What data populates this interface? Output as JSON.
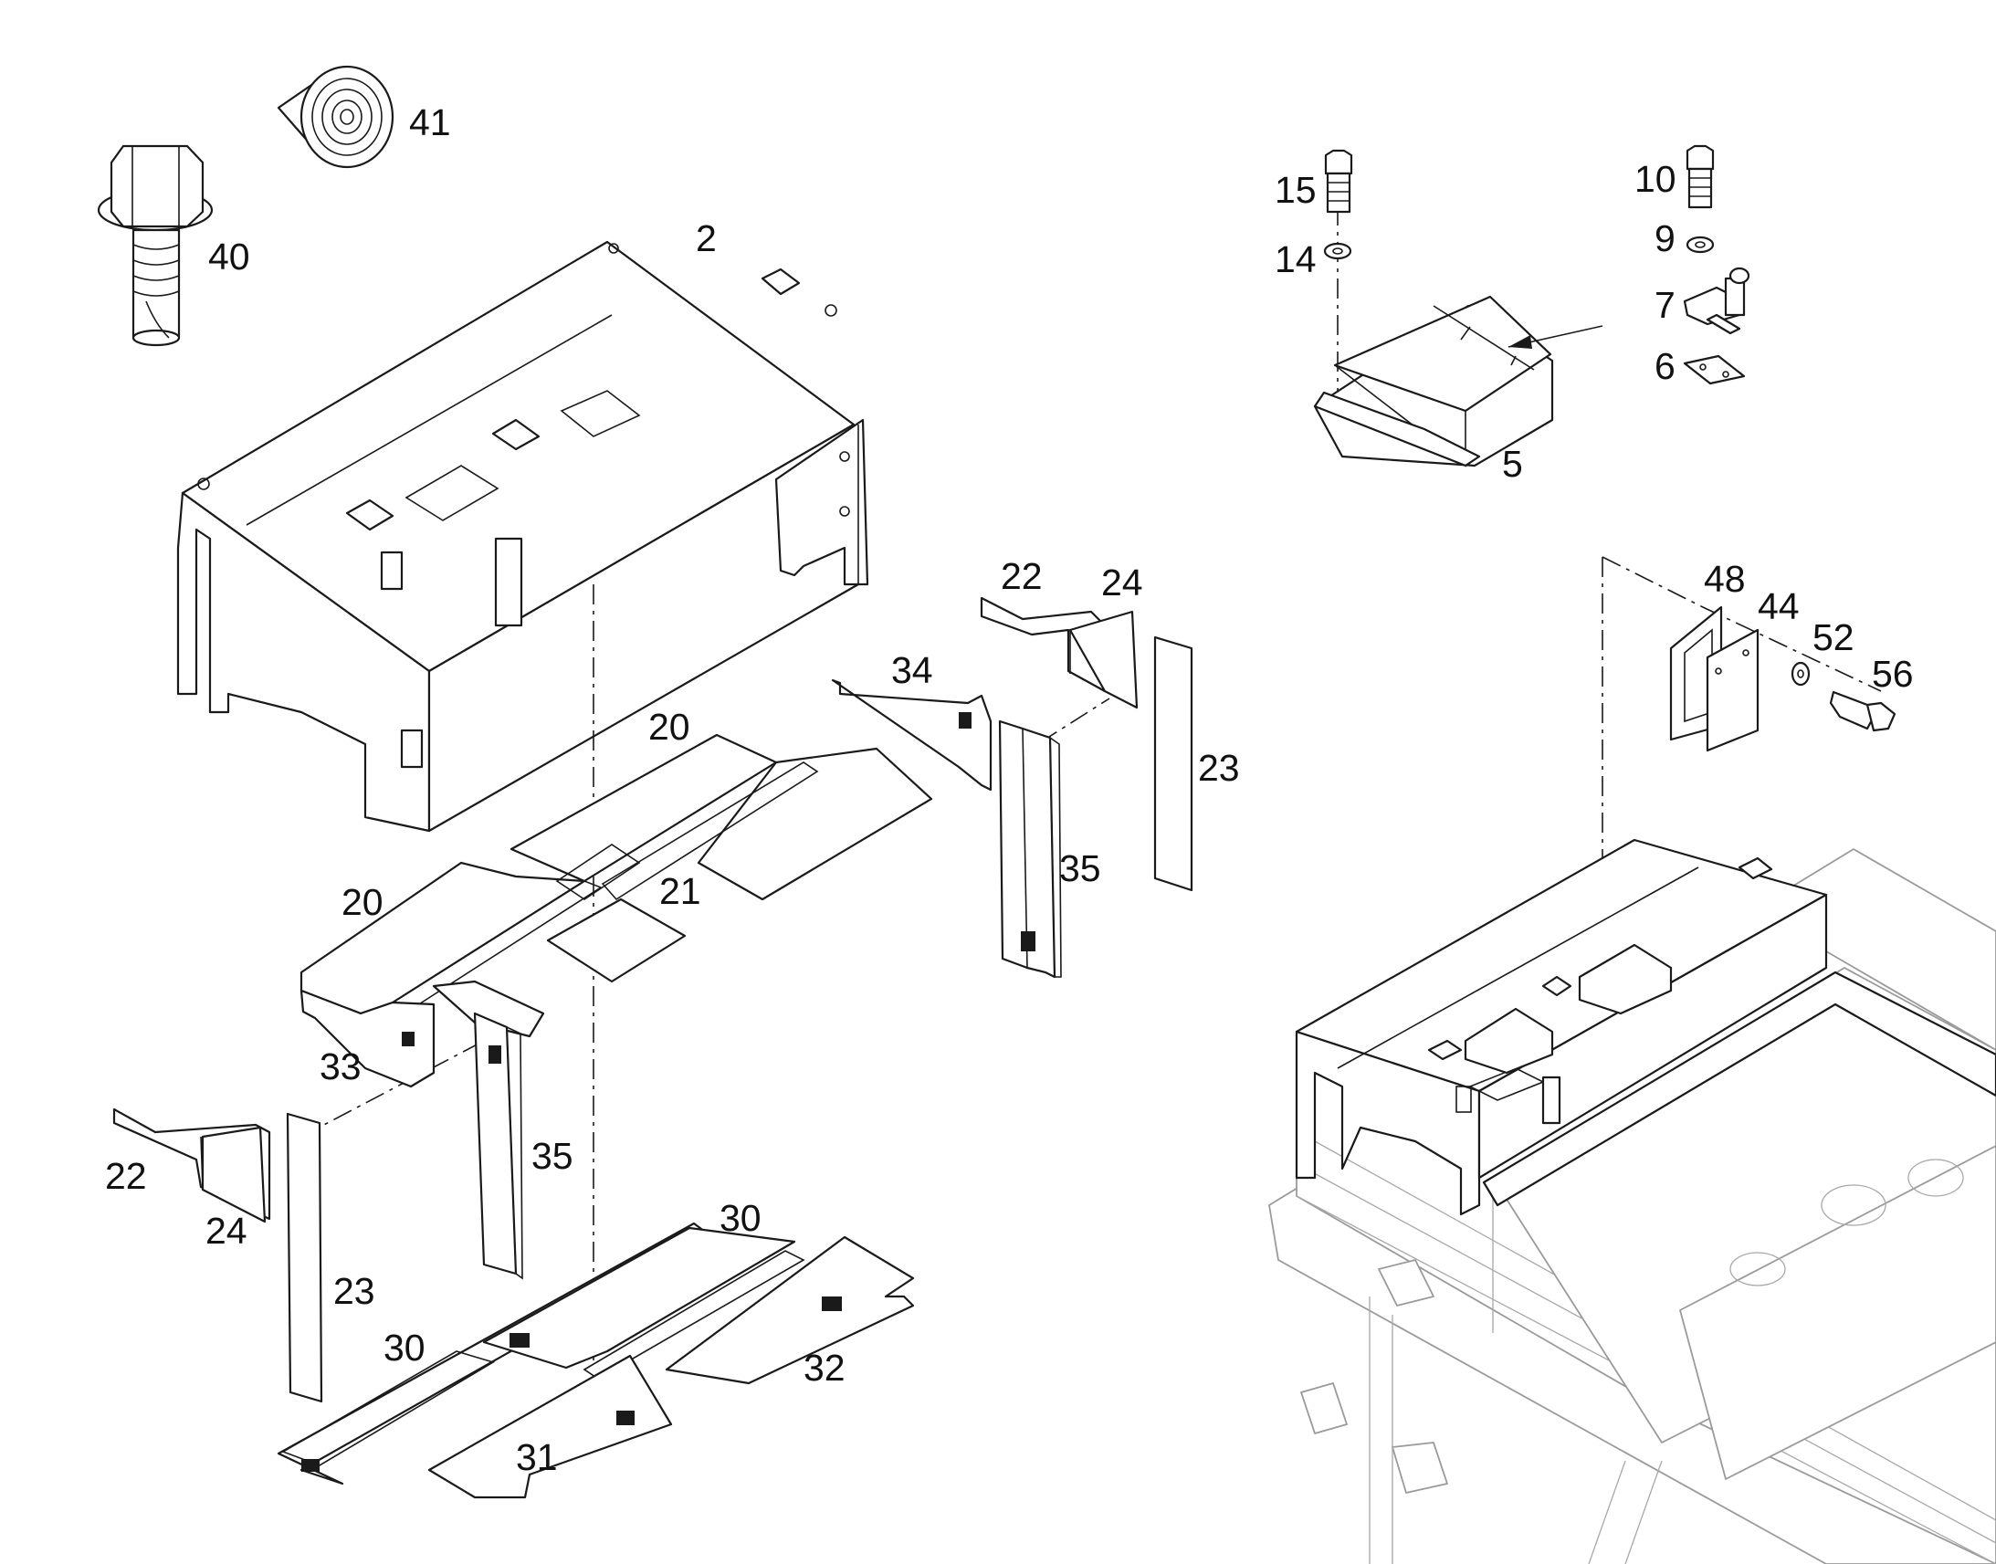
{
  "diagram": {
    "callouts": [
      {
        "id": "c41",
        "text": "41"
      },
      {
        "id": "c40",
        "text": "40"
      },
      {
        "id": "c2",
        "text": "2"
      },
      {
        "id": "c15",
        "text": "15"
      },
      {
        "id": "c14",
        "text": "14"
      },
      {
        "id": "c10",
        "text": "10"
      },
      {
        "id": "c9",
        "text": "9"
      },
      {
        "id": "c7",
        "text": "7"
      },
      {
        "id": "c6",
        "text": "6"
      },
      {
        "id": "c5",
        "text": "5"
      },
      {
        "id": "c48",
        "text": "48"
      },
      {
        "id": "c44",
        "text": "44"
      },
      {
        "id": "c52",
        "text": "52"
      },
      {
        "id": "c56",
        "text": "56"
      },
      {
        "id": "c22a",
        "text": "22"
      },
      {
        "id": "c24a",
        "text": "24"
      },
      {
        "id": "c34",
        "text": "34"
      },
      {
        "id": "c23a",
        "text": "23"
      },
      {
        "id": "c35a",
        "text": "35"
      },
      {
        "id": "c20a",
        "text": "20"
      },
      {
        "id": "c20b",
        "text": "20"
      },
      {
        "id": "c21",
        "text": "21"
      },
      {
        "id": "c33",
        "text": "33"
      },
      {
        "id": "c35b",
        "text": "35"
      },
      {
        "id": "c22b",
        "text": "22"
      },
      {
        "id": "c24b",
        "text": "24"
      },
      {
        "id": "c23b",
        "text": "23"
      },
      {
        "id": "c30a",
        "text": "30"
      },
      {
        "id": "c30b",
        "text": "30"
      },
      {
        "id": "c32",
        "text": "32"
      },
      {
        "id": "c31",
        "text": "31"
      }
    ]
  }
}
